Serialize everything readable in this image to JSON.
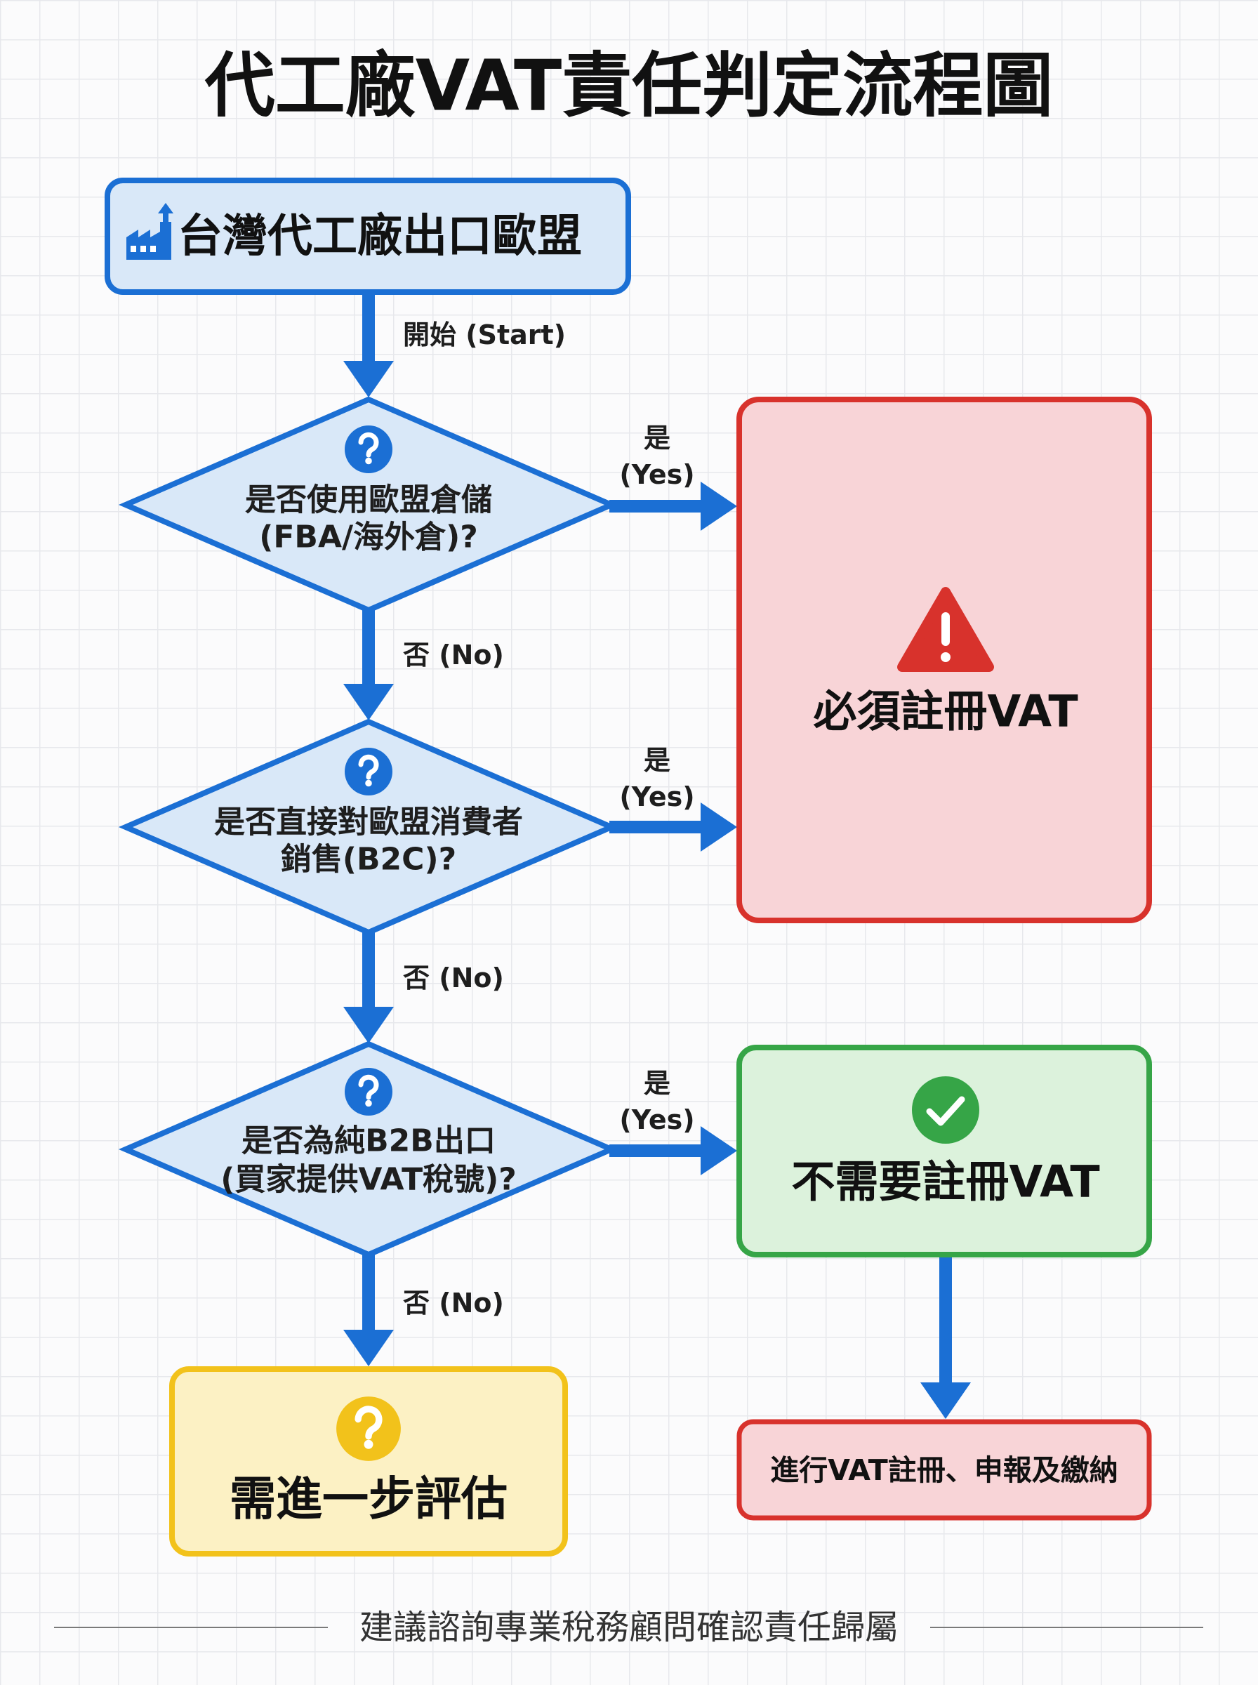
{
  "title": "代工廠VAT責任判定流程圖",
  "colors": {
    "blue": "#1b6fd4",
    "blue_fill": "#d9e8f8",
    "red": "#d8322c",
    "red_fill": "#f8d4d7",
    "green": "#36a547",
    "green_fill": "#dcf2dc",
    "yellow": "#f2c21b",
    "yellow_fill": "#fcf1c4"
  },
  "start": {
    "label": "台灣代工廠出口歐盟",
    "icon": "factory-icon"
  },
  "start_edge_label": "開始 (Start)",
  "decisions": [
    {
      "line1": "是否使用歐盟倉儲",
      "line2": "(FBA/海外倉)?",
      "icon": "question-circle-icon",
      "yes_label": {
        "zh": "是",
        "en": "(Yes)"
      },
      "no_label": "否 (No)"
    },
    {
      "line1": "是否直接對歐盟消費者",
      "line2": "銷售(B2C)?",
      "icon": "question-circle-icon",
      "yes_label": {
        "zh": "是",
        "en": "(Yes)"
      },
      "no_label": "否 (No)"
    },
    {
      "line1": "是否為純B2B出口",
      "line2": "(買家提供VAT稅號)?",
      "icon": "question-circle-icon",
      "yes_label": {
        "zh": "是",
        "en": "(Yes)"
      },
      "no_label": "否 (No)"
    }
  ],
  "outcomes": {
    "must_register": {
      "label": "必須註冊VAT",
      "icon": "warning-icon"
    },
    "not_required": {
      "label": "不需要註冊VAT",
      "icon": "check-circle-icon"
    },
    "action": {
      "label": "進行VAT註冊、申報及繳納"
    },
    "further_review": {
      "label": "需進一步評估",
      "icon": "question-circle-icon"
    }
  },
  "footer": "建議諮詢專業稅務顧問確認責任歸屬"
}
